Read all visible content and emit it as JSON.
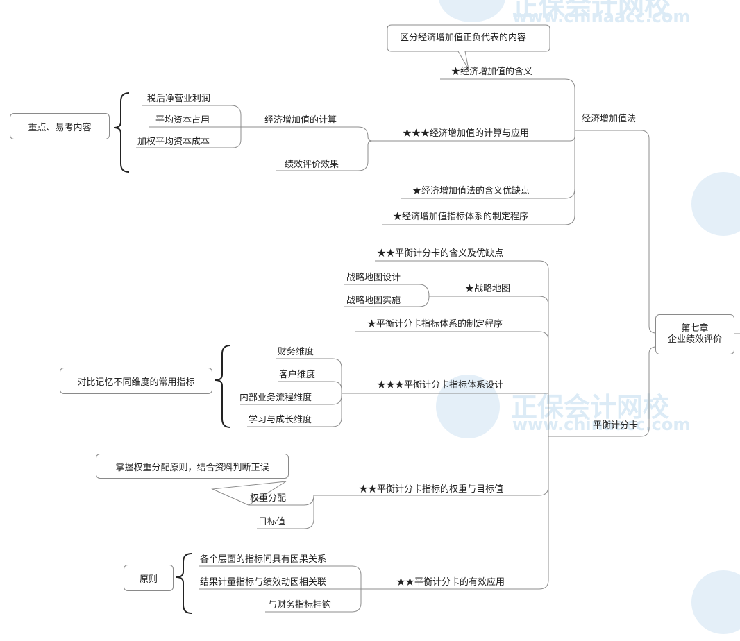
{
  "watermark": {
    "brand": "正保会计网校",
    "url_top": "www.chinaacc.com",
    "url_mid": "www.chinaacc.com"
  },
  "root": {
    "line1": "第七章",
    "line2": "企业绩效评价"
  },
  "eva": {
    "title": "经济增加值法",
    "callout": "区分经济增加值正负代表的内容",
    "items": [
      "★经济增加值的含义",
      "★★★经济增加值的计算与应用",
      "★经济增加值法的含义优缺点",
      "★经济增加值指标体系的制定程序"
    ],
    "calc": {
      "label": "经济增加值的计算",
      "parts": [
        "税后净营业利润",
        "平均资本占用",
        "加权平均资本成本"
      ]
    },
    "effect": "绩效评价效果",
    "note": "重点、易考内容"
  },
  "bsc": {
    "title": "平衡计分卡",
    "items": [
      "★★平衡计分卡的含义及优缺点",
      "★战略地图",
      "★平衡计分卡指标体系的制定程序",
      "★★★平衡计分卡指标体系设计",
      "★★平衡计分卡指标的权重与目标值",
      "★★平衡计分卡的有效应用"
    ],
    "strategy_map": [
      "战略地图设计",
      "战略地图实施"
    ],
    "dimensions": [
      "财务维度",
      "客户维度",
      "内部业务流程维度",
      "学习与成长维度"
    ],
    "dimensions_note": "对比记忆不同维度的常用指标",
    "weights": [
      "权重分配",
      "目标值"
    ],
    "weights_callout": "掌握权重分配原则，结合资料判断正误",
    "principles": [
      "各个层面的指标间具有因果关系",
      "结果计量指标与绩效动因相关联",
      "与财务指标挂钩"
    ],
    "principles_note": "原则"
  }
}
